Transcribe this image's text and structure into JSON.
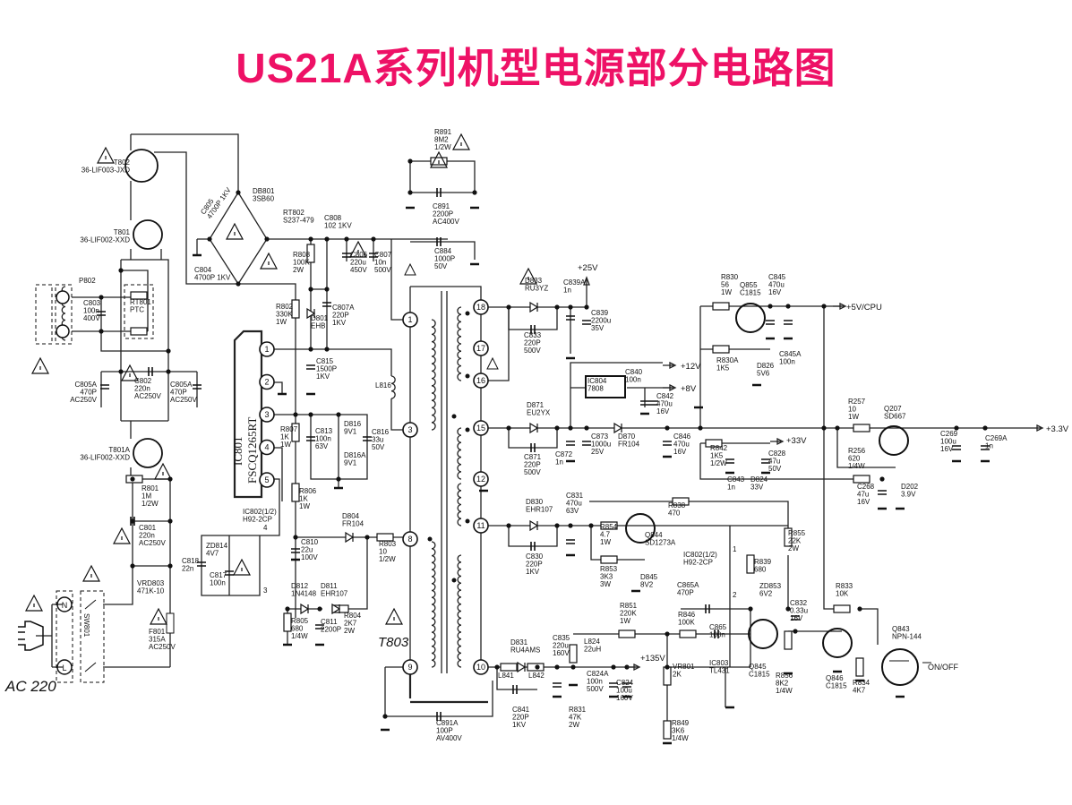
{
  "title": "US21A系列机型电源部分电路图",
  "colors": {
    "title": "#ee1166",
    "ink": "#222222"
  },
  "components": [
    {
      "ref": "T802",
      "lines": [
        "T802",
        "36-LIF003-JXD"
      ]
    },
    {
      "ref": "T801",
      "lines": [
        "T801",
        "36-LIF002-XXD"
      ]
    },
    {
      "ref": "P802",
      "lines": [
        "P802"
      ]
    },
    {
      "ref": "C803",
      "lines": [
        "C803",
        "100n",
        "400V"
      ]
    },
    {
      "ref": "RT801",
      "lines": [
        "RT801",
        "PTC"
      ]
    },
    {
      "ref": "C805A",
      "lines": [
        "C805A",
        "470P",
        "AC250V"
      ]
    },
    {
      "ref": "C802",
      "lines": [
        "C802",
        "220n",
        "AC250V"
      ]
    },
    {
      "ref": "C805A",
      "lines": [
        "C805A",
        "470P",
        "AC250V"
      ]
    },
    {
      "ref": "T801A",
      "lines": [
        "T801A",
        "36-LIF002-XXD"
      ]
    },
    {
      "ref": "R801",
      "lines": [
        "R801",
        "1M",
        "1/2W"
      ]
    },
    {
      "ref": "C801",
      "lines": [
        "C801",
        "220n",
        "AC250V"
      ]
    },
    {
      "ref": "VRD803",
      "lines": [
        "VRD803",
        "471K-10"
      ]
    },
    {
      "ref": "F801",
      "lines": [
        "F801",
        "315A",
        "AC250V"
      ]
    },
    {
      "ref": "C805",
      "lines": [
        "C805",
        "4700P 1KV"
      ]
    },
    {
      "ref": "DB801",
      "lines": [
        "DB801",
        "3SB60"
      ]
    },
    {
      "ref": "C804",
      "lines": [
        "C804",
        "4700P  1KV"
      ]
    },
    {
      "ref": "RT802",
      "lines": [
        "RT802",
        "S237-479"
      ]
    },
    {
      "ref": "C808",
      "lines": [
        "C808",
        "102  1KV"
      ]
    },
    {
      "ref": "R808",
      "lines": [
        "R808",
        "100K",
        "2W"
      ]
    },
    {
      "ref": "C806",
      "lines": [
        "C806",
        "220u",
        "450V"
      ]
    },
    {
      "ref": "C807",
      "lines": [
        "C807",
        "10n",
        "500V"
      ]
    },
    {
      "ref": "R802",
      "lines": [
        "R802",
        "330K",
        "1W"
      ]
    },
    {
      "ref": "D801",
      "lines": [
        "D801",
        "EHB"
      ]
    },
    {
      "ref": "C807A",
      "lines": [
        "C807A",
        "220P",
        "1KV"
      ]
    },
    {
      "ref": "C815",
      "lines": [
        "C815",
        "1500P",
        "1KV"
      ]
    },
    {
      "ref": "L816",
      "lines": [
        "L816"
      ]
    },
    {
      "ref": "R807",
      "lines": [
        "R807",
        "1K",
        "1W"
      ]
    },
    {
      "ref": "C813",
      "lines": [
        "C813",
        "100n",
        "63V"
      ]
    },
    {
      "ref": "D816",
      "lines": [
        "D816",
        "9V1"
      ]
    },
    {
      "ref": "D816A",
      "lines": [
        "D816A",
        "9V1"
      ]
    },
    {
      "ref": "C816",
      "lines": [
        "C816",
        "33u",
        "50V"
      ]
    },
    {
      "ref": "R806",
      "lines": [
        "R806",
        "1K",
        "1W"
      ]
    },
    {
      "ref": "IC802(1/2)",
      "lines": [
        "IC802(1/2)",
        "H92-2CP"
      ]
    },
    {
      "ref": "ZD814",
      "lines": [
        "ZD814",
        "4V7"
      ]
    },
    {
      "ref": "C818",
      "lines": [
        "C818",
        "22n"
      ]
    },
    {
      "ref": "C817",
      "lines": [
        "C817",
        "100n"
      ]
    },
    {
      "ref": "C810",
      "lines": [
        "C810",
        "22u",
        "100V"
      ]
    },
    {
      "ref": "D804",
      "lines": [
        "D804",
        "FR104"
      ]
    },
    {
      "ref": "R803",
      "lines": [
        "R803",
        "10",
        "1/2W"
      ]
    },
    {
      "ref": "D812",
      "lines": [
        "D812",
        "1N4148"
      ]
    },
    {
      "ref": "D811",
      "lines": [
        "D811",
        "EHR107"
      ]
    },
    {
      "ref": "R805",
      "lines": [
        "R805",
        "680",
        "1/4W"
      ]
    },
    {
      "ref": "C811",
      "lines": [
        "C811",
        "2200P"
      ]
    },
    {
      "ref": "R804",
      "lines": [
        "R804",
        "2K7",
        "2W"
      ]
    },
    {
      "ref": "R891",
      "lines": [
        "R891",
        "8M2",
        "1/2W"
      ]
    },
    {
      "ref": "C891",
      "lines": [
        "C891",
        "2200P",
        "AC400V"
      ]
    },
    {
      "ref": "C884",
      "lines": [
        "C884",
        "1000P",
        "50V"
      ]
    },
    {
      "ref": "D833",
      "lines": [
        "D833",
        "RU3YZ"
      ]
    },
    {
      "ref": "C839A",
      "lines": [
        "C839A",
        "1n"
      ]
    },
    {
      "ref": "C839",
      "lines": [
        "C839",
        "2200u",
        "35V"
      ]
    },
    {
      "ref": "C833",
      "lines": [
        "C833",
        "220P",
        "500V"
      ]
    },
    {
      "ref": "C840",
      "lines": [
        "C840",
        "100n"
      ]
    },
    {
      "ref": "IC804",
      "lines": [
        "IC804",
        "7808"
      ]
    },
    {
      "ref": "C842",
      "lines": [
        "C842",
        "470u",
        "16V"
      ]
    },
    {
      "ref": "D871",
      "lines": [
        "D871",
        "EU2YX"
      ]
    },
    {
      "ref": "C873",
      "lines": [
        "C873",
        "1000u",
        "25V"
      ]
    },
    {
      "ref": "D870",
      "lines": [
        "D870",
        "FR104"
      ]
    },
    {
      "ref": "C872",
      "lines": [
        "C872",
        "1n"
      ]
    },
    {
      "ref": "C846",
      "lines": [
        "C846",
        "470u",
        "16V"
      ]
    },
    {
      "ref": "C871",
      "lines": [
        "C871",
        "220P",
        "500V"
      ]
    },
    {
      "ref": "R830",
      "lines": [
        "R830",
        "56",
        "1W"
      ]
    },
    {
      "ref": "Q855",
      "lines": [
        "Q855",
        "C1815"
      ]
    },
    {
      "ref": "C845",
      "lines": [
        "C845",
        "470u",
        "16V"
      ]
    },
    {
      "ref": "C845A",
      "lines": [
        "C845A",
        "100n"
      ]
    },
    {
      "ref": "R830A",
      "lines": [
        "R830A",
        "1K5"
      ]
    },
    {
      "ref": "D826",
      "lines": [
        "D826",
        "5V6"
      ]
    },
    {
      "ref": "R842",
      "lines": [
        "R842",
        "1K5",
        "1/2W"
      ]
    },
    {
      "ref": "C843",
      "lines": [
        "C843",
        "1n"
      ]
    },
    {
      "ref": "D824",
      "lines": [
        "D824",
        "33V"
      ]
    },
    {
      "ref": "C828",
      "lines": [
        "C828",
        "47u",
        "50V"
      ]
    },
    {
      "ref": "R257",
      "lines": [
        "R257",
        "10",
        "1W"
      ]
    },
    {
      "ref": "Q207",
      "lines": [
        "Q207",
        "SD667"
      ]
    },
    {
      "ref": "R256",
      "lines": [
        "R256",
        "620",
        "1/4W"
      ]
    },
    {
      "ref": "C268",
      "lines": [
        "C268",
        "47u",
        "16V"
      ]
    },
    {
      "ref": "D202",
      "lines": [
        "D202",
        "3.9V"
      ]
    },
    {
      "ref": "C269",
      "lines": [
        "C269",
        "100u",
        "16V"
      ]
    },
    {
      "ref": "C269A",
      "lines": [
        "C269A",
        "1n"
      ]
    },
    {
      "ref": "D830",
      "lines": [
        "D830",
        "EHR107"
      ]
    },
    {
      "ref": "C831",
      "lines": [
        "C831",
        "470u",
        "63V"
      ]
    },
    {
      "ref": "R854",
      "lines": [
        "R854",
        "4.7",
        "1W"
      ]
    },
    {
      "ref": "Q844",
      "lines": [
        "Q844",
        "SD1273A"
      ]
    },
    {
      "ref": "R838",
      "lines": [
        "R838",
        "470"
      ]
    },
    {
      "ref": "C830",
      "lines": [
        "C830",
        "220P",
        "1KV"
      ]
    },
    {
      "ref": "R853",
      "lines": [
        "R853",
        "3K3",
        "3W"
      ]
    },
    {
      "ref": "D845",
      "lines": [
        "D845",
        "8V2"
      ]
    },
    {
      "ref": "IC802(1/2)",
      "lines": [
        "IC802(1/2)",
        "H92-2CP"
      ]
    },
    {
      "ref": "R839",
      "lines": [
        "R839",
        "680"
      ]
    },
    {
      "ref": "R855",
      "lines": [
        "R855",
        "22K",
        "2W"
      ]
    },
    {
      "ref": "ZD853",
      "lines": [
        "ZD853",
        "6V2"
      ]
    },
    {
      "ref": "C865A",
      "lines": [
        "C865A",
        "470P"
      ]
    },
    {
      "ref": "R851",
      "lines": [
        "R851",
        "220K",
        "1W"
      ]
    },
    {
      "ref": "R846",
      "lines": [
        "R846",
        "100K"
      ]
    },
    {
      "ref": "C865",
      "lines": [
        "C865",
        "100n"
      ]
    },
    {
      "ref": "C832",
      "lines": [
        "C832",
        "0.33u",
        "16V"
      ]
    },
    {
      "ref": "R833",
      "lines": [
        "R833",
        "10K"
      ]
    },
    {
      "ref": "Q843",
      "lines": [
        "Q843",
        "NPN-144"
      ]
    },
    {
      "ref": "IC803",
      "lines": [
        "IC803",
        "TL431"
      ]
    },
    {
      "ref": "Q845",
      "lines": [
        "Q845",
        "C1815"
      ]
    },
    {
      "ref": "R856",
      "lines": [
        "R856",
        "8K2",
        "1/4W"
      ]
    },
    {
      "ref": "Q846",
      "lines": [
        "Q846",
        "C1815"
      ]
    },
    {
      "ref": "R834",
      "lines": [
        "R834",
        "4K7"
      ]
    },
    {
      "ref": "D831",
      "lines": [
        "D831",
        "RU4AMS"
      ]
    },
    {
      "ref": "L841",
      "lines": [
        "L841"
      ]
    },
    {
      "ref": "L842",
      "lines": [
        "L842"
      ]
    },
    {
      "ref": "C835",
      "lines": [
        "C835",
        "220u",
        "160V"
      ]
    },
    {
      "ref": "L824",
      "lines": [
        "L824",
        "22uH"
      ]
    },
    {
      "ref": "C824A",
      "lines": [
        "C824A",
        "100n",
        "500V"
      ]
    },
    {
      "ref": "C824",
      "lines": [
        "C824",
        "100u",
        "160V"
      ]
    },
    {
      "ref": "VR801",
      "lines": [
        "VR801",
        "2K"
      ]
    },
    {
      "ref": "R849",
      "lines": [
        "R849",
        "3K6",
        "1/4W"
      ]
    },
    {
      "ref": "C841",
      "lines": [
        "C841",
        "220P",
        "1KV"
      ]
    },
    {
      "ref": "R831",
      "lines": [
        "R831",
        "47K",
        "2W"
      ]
    },
    {
      "ref": "C891A",
      "lines": [
        "C891A",
        "100P",
        "AV400V"
      ]
    }
  ],
  "rails": [
    "+25V",
    "+12V",
    "+8V",
    "+5V/CPU",
    "+33V",
    "+3.3V",
    "+135V"
  ],
  "ic801": {
    "ref": "IC801",
    "part": "FSCQ1265RT",
    "pins": [
      "1",
      "2",
      "3",
      "4",
      "5"
    ]
  },
  "ic802_pins": [
    "4",
    "3",
    "1",
    "2"
  ],
  "t803": {
    "ref": "T803",
    "primary_pins": [
      "1",
      "3",
      "8",
      "9"
    ],
    "secondary_pins": [
      "18",
      "17",
      "16",
      "15",
      "12",
      "11",
      "10"
    ]
  },
  "ac_input": "AC 220",
  "sw801": "SW801",
  "plug_pins": [
    "N",
    "L"
  ],
  "on_off": "ON/OFF"
}
